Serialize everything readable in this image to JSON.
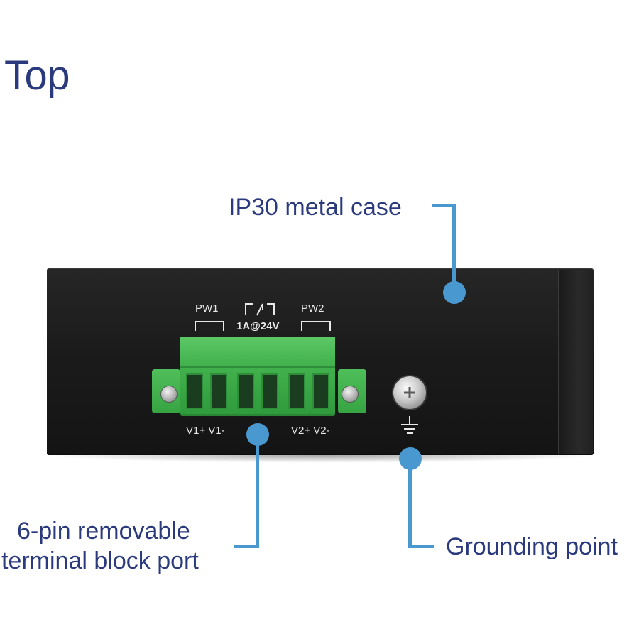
{
  "title": "Top",
  "callouts": {
    "case": "IP30 metal case",
    "terminal_line1": "6-pin removable",
    "terminal_line2": "terminal block port",
    "ground": "Grounding point"
  },
  "device_labels": {
    "pw1": "PW1",
    "pw2": "PW2",
    "relay": "1A@24V",
    "v1": "V1+ V1-",
    "v2": "V2+ V2-"
  },
  "colors": {
    "text": "#2b3a7c",
    "callout_line": "#4a98d0",
    "terminal": "#3aa946",
    "case": "#1b1b1b"
  }
}
